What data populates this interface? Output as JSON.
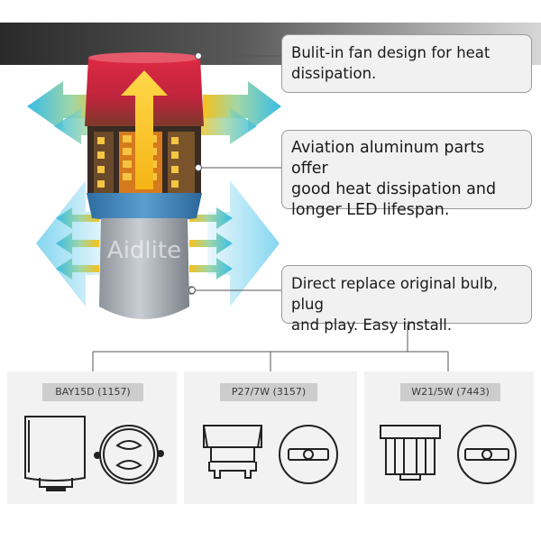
{
  "watermark": "Aidlite",
  "callouts": [
    {
      "lines": [
        "Bulit-in fan design for heat",
        "dissipation."
      ]
    },
    {
      "lines": [
        "Aviation aluminum parts offer",
        "good heat dissipation and",
        "longer LED lifespan."
      ]
    },
    {
      "lines": [
        "Direct replace original bulb, plug",
        "and play. Easy install."
      ]
    }
  ],
  "models": [
    {
      "label": "BAY15D (1157)",
      "icons": [
        "bay15d-bulb-side-icon",
        "bay15d-socket-icon"
      ]
    },
    {
      "label": "P27/7W (3157)",
      "icons": [
        "p27-bulb-side-icon",
        "p27-socket-icon"
      ]
    },
    {
      "label": "W21/5W (7443)",
      "icons": [
        "w21-bulb-side-icon",
        "w21-socket-icon"
      ]
    }
  ],
  "colors": {
    "base_blue": "#3d7fb5",
    "top_red": "#e02a3f",
    "arrow_yellow": "#f7c21b",
    "arrow_cyan": "#49c6e8"
  }
}
